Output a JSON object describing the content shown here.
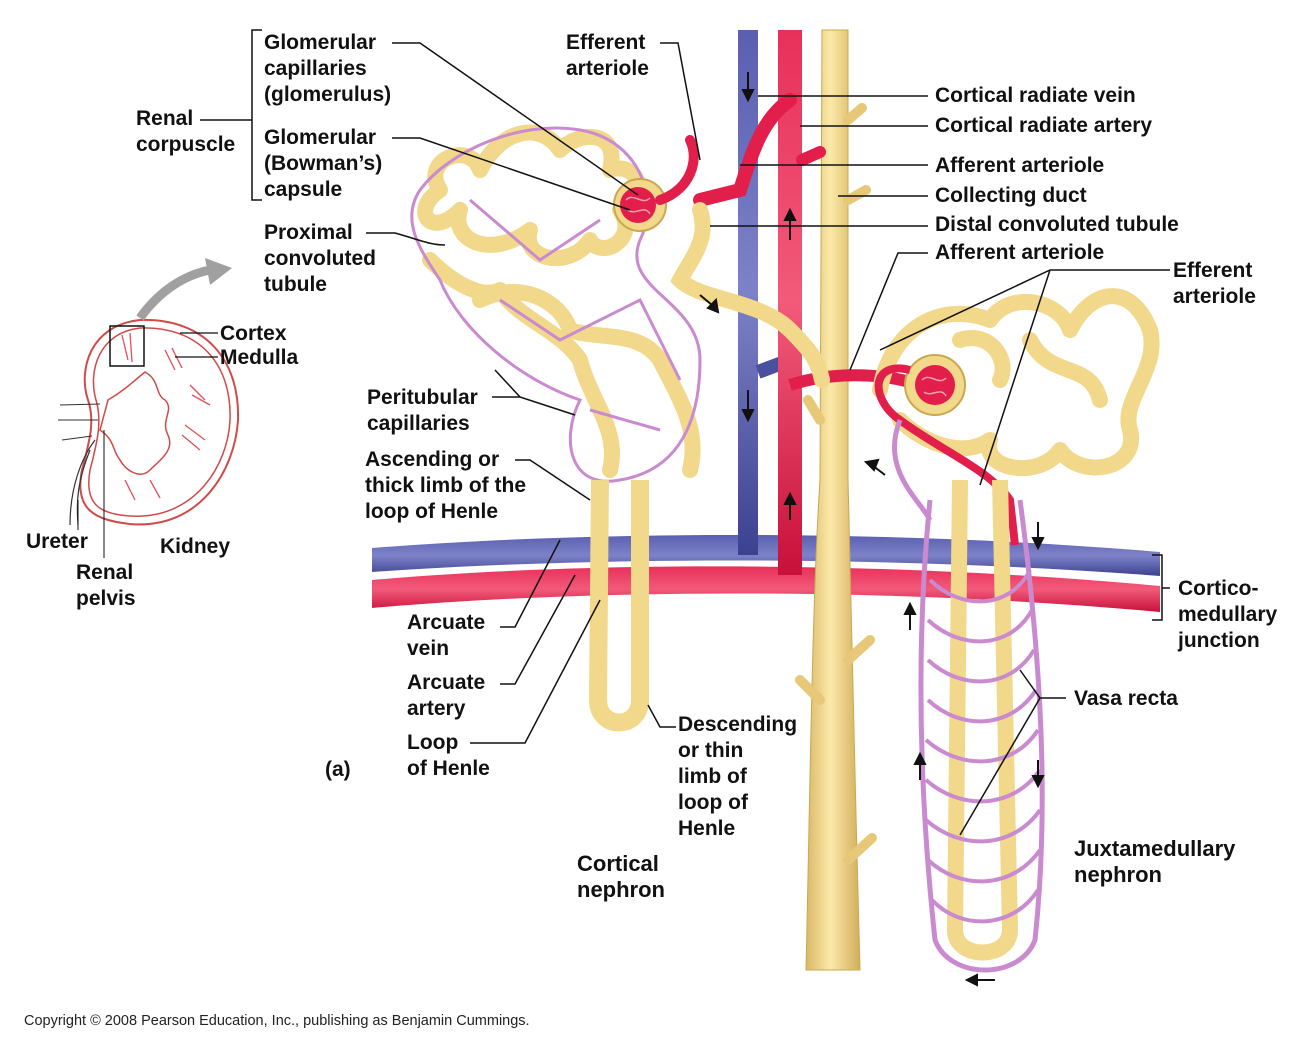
{
  "figure": {
    "panel_label": "(a)",
    "copyright": "Copyright © 2008 Pearson Education, Inc., publishing as Benjamin Cummings."
  },
  "kidney_inset": {
    "title": "Kidney",
    "labels": {
      "cortex": "Cortex",
      "medulla": "Medulla",
      "ureter": "Ureter",
      "renal_pelvis": "Renal\npelvis"
    }
  },
  "labels": {
    "renal_corpuscle": "Renal\ncorpuscle",
    "glomerular_capillaries": "Glomerular\ncapillaries\n(glomerulus)",
    "glomerular_capsule": "Glomerular\n(Bowman’s)\ncapsule",
    "proximal_tubule": "Proximal\nconvoluted\ntubule",
    "efferent_arteriole_top": "Efferent\narteriole",
    "cortical_radiate_vein": "Cortical radiate vein",
    "cortical_radiate_artery": "Cortical radiate artery",
    "afferent_arteriole_1": "Afferent arteriole",
    "collecting_duct": "Collecting duct",
    "distal_tubule": "Distal convoluted tubule",
    "afferent_arteriole_2": "Afferent arteriole",
    "efferent_arteriole_right": "Efferent\narteriole",
    "peritubular_capillaries": "Peritubular\ncapillaries",
    "ascending_limb": "Ascending or\nthick limb of the\nloop of Henle",
    "arcuate_vein": "Arcuate\nvein",
    "arcuate_artery": "Arcuate\nartery",
    "loop_of_henle": "Loop\nof Henle",
    "descending_limb": "Descending\nor thin\nlimb of\nloop of\nHenle",
    "corticomedullary_junction": "Cortico-\nmedullary\njunction",
    "vasa_recta": "Vasa recta"
  },
  "nephron_titles": {
    "cortical": "Cortical\nnephron",
    "juxtamedullary": "Juxtamedullary\nnephron"
  },
  "colors": {
    "tubule": "#f2d88a",
    "tubule_edge": "#c9a84e",
    "artery": "#e21e4a",
    "vein": "#4a4f9e",
    "capillary": "#c98ad0",
    "leader_line": "#111111"
  }
}
